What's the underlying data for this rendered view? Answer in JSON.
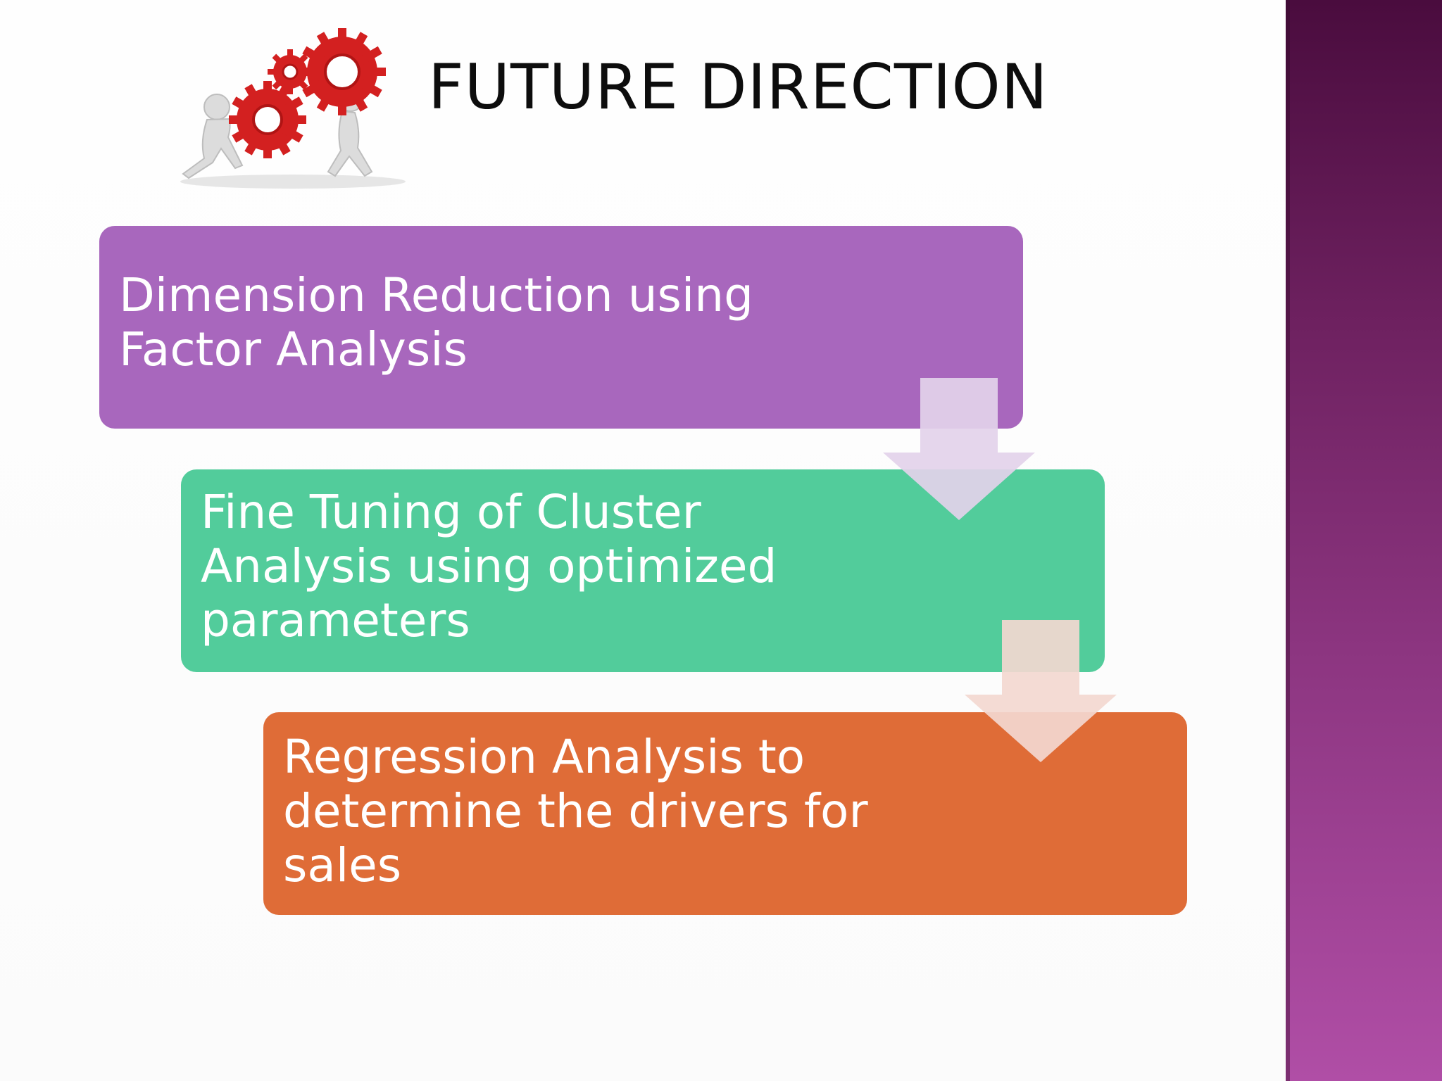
{
  "slide": {
    "title": "FUTURE DIRECTION",
    "logo_icon": "gears-teamwork-icon",
    "accent_band_color": "#8c3580"
  },
  "steps": [
    {
      "label": "Dimension Reduction using Factor Analysis",
      "color": "#a867bd"
    },
    {
      "label": "Fine Tuning of Cluster Analysis using optimized parameters",
      "color": "#52cc9b"
    },
    {
      "label": "Regression Analysis to determine the drivers for sales",
      "color": "#df6c37"
    }
  ]
}
